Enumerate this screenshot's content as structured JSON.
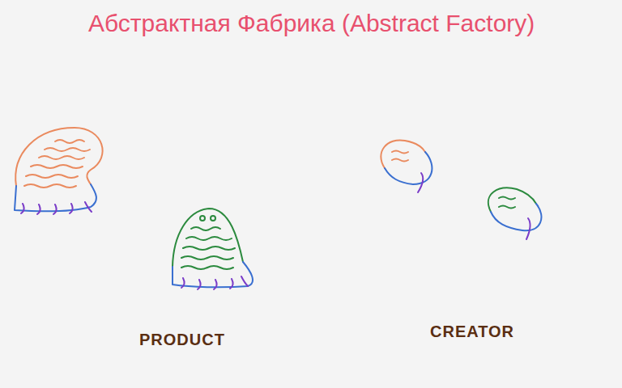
{
  "diagram": {
    "title": "Абстрактная Фабрика (Abstract Factory)",
    "labels": [
      "PRODUCT",
      "CREATOR"
    ]
  }
}
